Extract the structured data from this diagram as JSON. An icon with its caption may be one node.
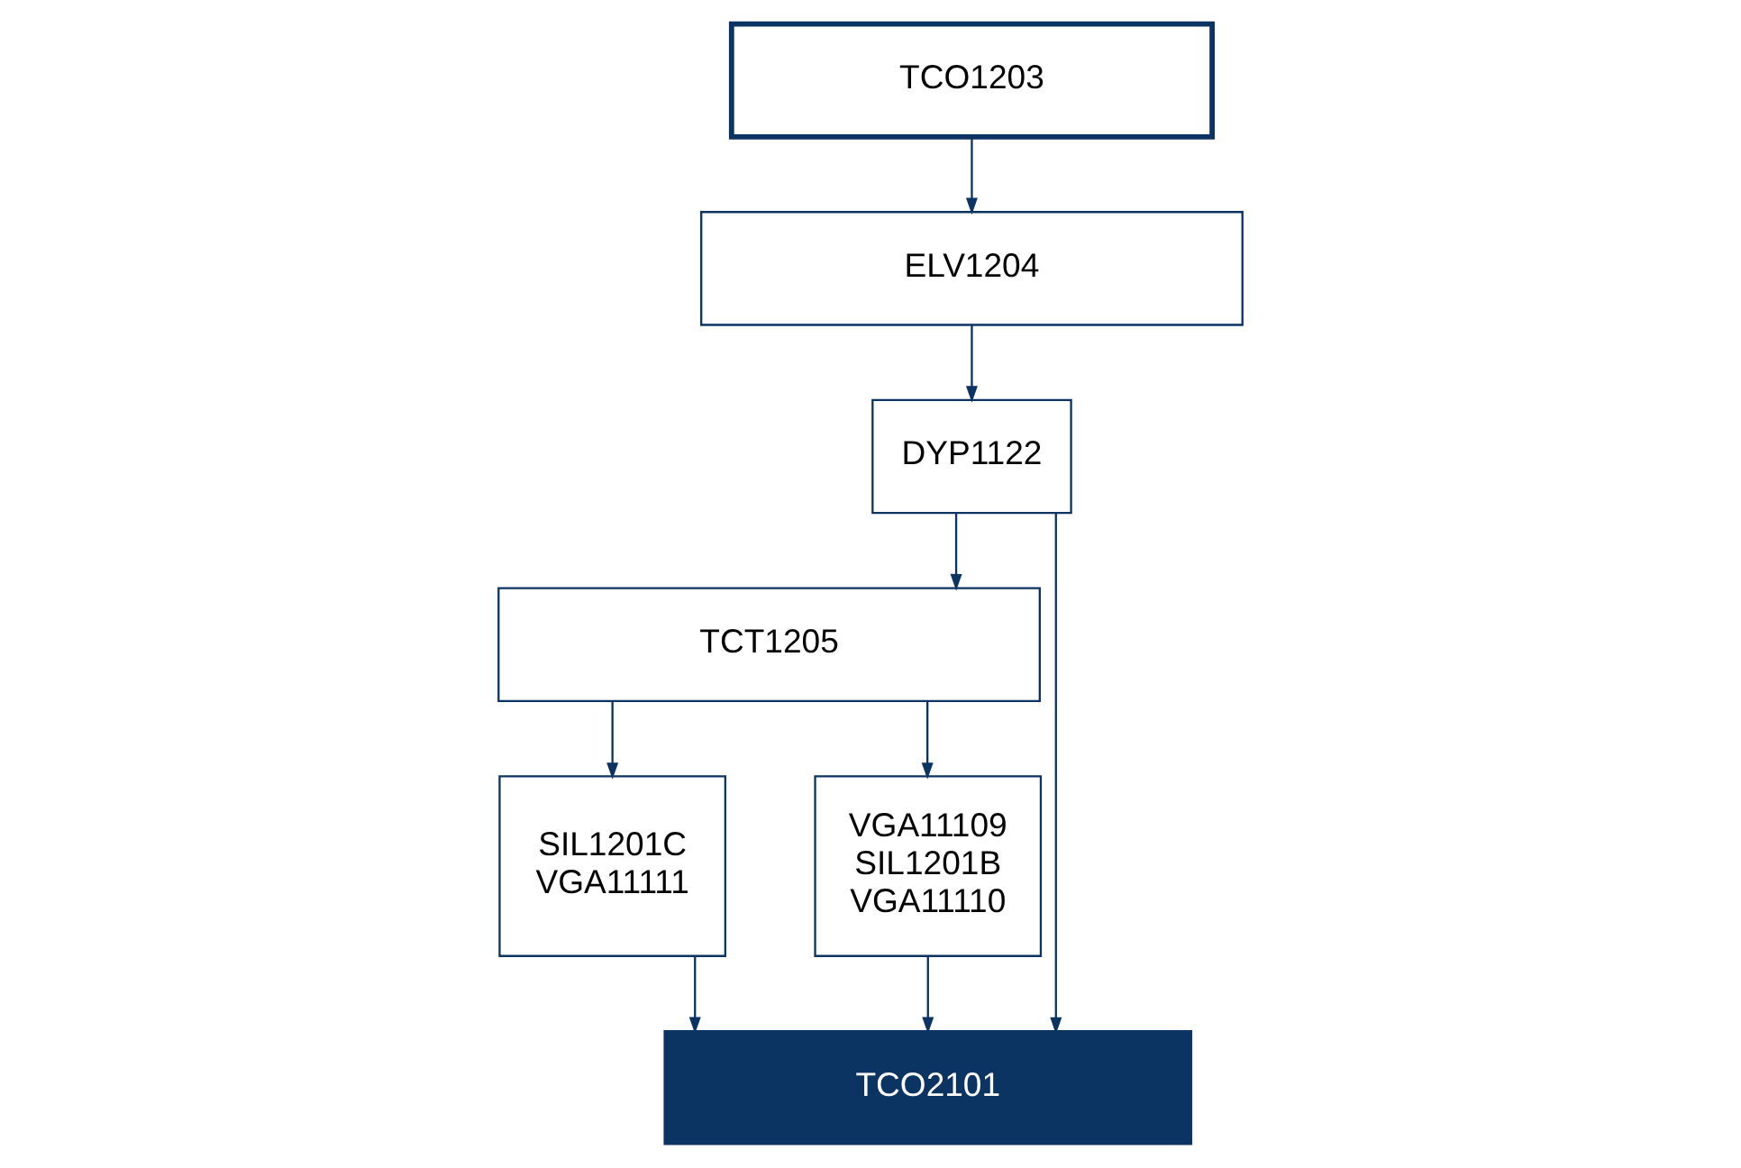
{
  "diagram": {
    "nodes": [
      {
        "text": [
          "TCO1203"
        ]
      },
      {
        "text": [
          "ELV1204"
        ]
      },
      {
        "text": [
          "DYP1122"
        ]
      },
      {
        "text": [
          "TCT1205"
        ]
      },
      {
        "text": [
          "TCO2101"
        ]
      },
      {
        "text": [
          "SIL1201C",
          "VGA11111"
        ]
      },
      {
        "text": [
          "VGA11109",
          "SIL1201B",
          "VGA11110"
        ]
      }
    ],
    "edges": [
      {
        "from": 0,
        "to": 1,
        "arrow": "to"
      },
      {
        "from": 1,
        "to": 2,
        "arrow": "to"
      },
      {
        "from": 2,
        "to": 3,
        "arrow": "to"
      },
      {
        "from": 2,
        "to": 4,
        "arrow": "to"
      },
      {
        "from": 3,
        "to": 5,
        "arrow": "to"
      },
      {
        "from": 3,
        "to": 6,
        "arrow": "to"
      },
      {
        "from": 6,
        "to": 4,
        "arrow": "to"
      },
      {
        "from": 5,
        "to": 4,
        "arrow": "to"
      }
    ]
  }
}
